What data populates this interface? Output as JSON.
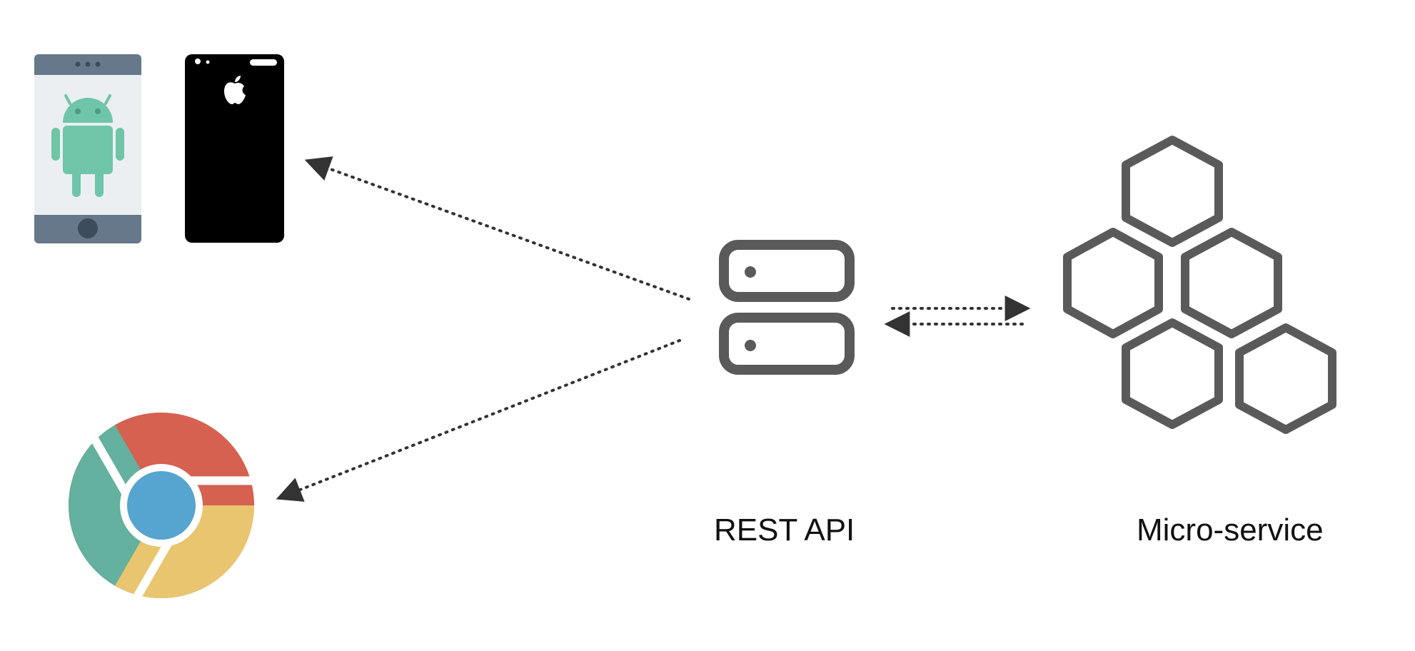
{
  "labels": {
    "rest_api": "REST API",
    "micro_service": "Micro-service"
  },
  "nodes": [
    {
      "id": "android-phone",
      "icon": "android-phone-icon"
    },
    {
      "id": "iphone",
      "icon": "iphone-icon"
    },
    {
      "id": "browser",
      "icon": "chrome-icon"
    },
    {
      "id": "rest-api",
      "icon": "server-icon"
    },
    {
      "id": "micro-service",
      "icon": "hexagon-cluster-icon"
    }
  ],
  "edges": [
    {
      "from": "rest-api",
      "to": "mobile",
      "style": "dotted"
    },
    {
      "from": "rest-api",
      "to": "browser",
      "style": "dotted"
    },
    {
      "from": "rest-api",
      "to": "micro-service",
      "style": "dotted"
    },
    {
      "from": "micro-service",
      "to": "rest-api",
      "style": "dotted"
    }
  ],
  "colors": {
    "android_body": "#6fc5a8",
    "phone_frame": "#66788a",
    "phone_screen": "#eceff1",
    "iphone": "#000000",
    "chrome_red": "#d66151",
    "chrome_green": "#63b19e",
    "chrome_yellow": "#e8c56e",
    "chrome_blue": "#56a4d0",
    "icon_gray": "#5a5a5a",
    "arrow": "#333333"
  }
}
